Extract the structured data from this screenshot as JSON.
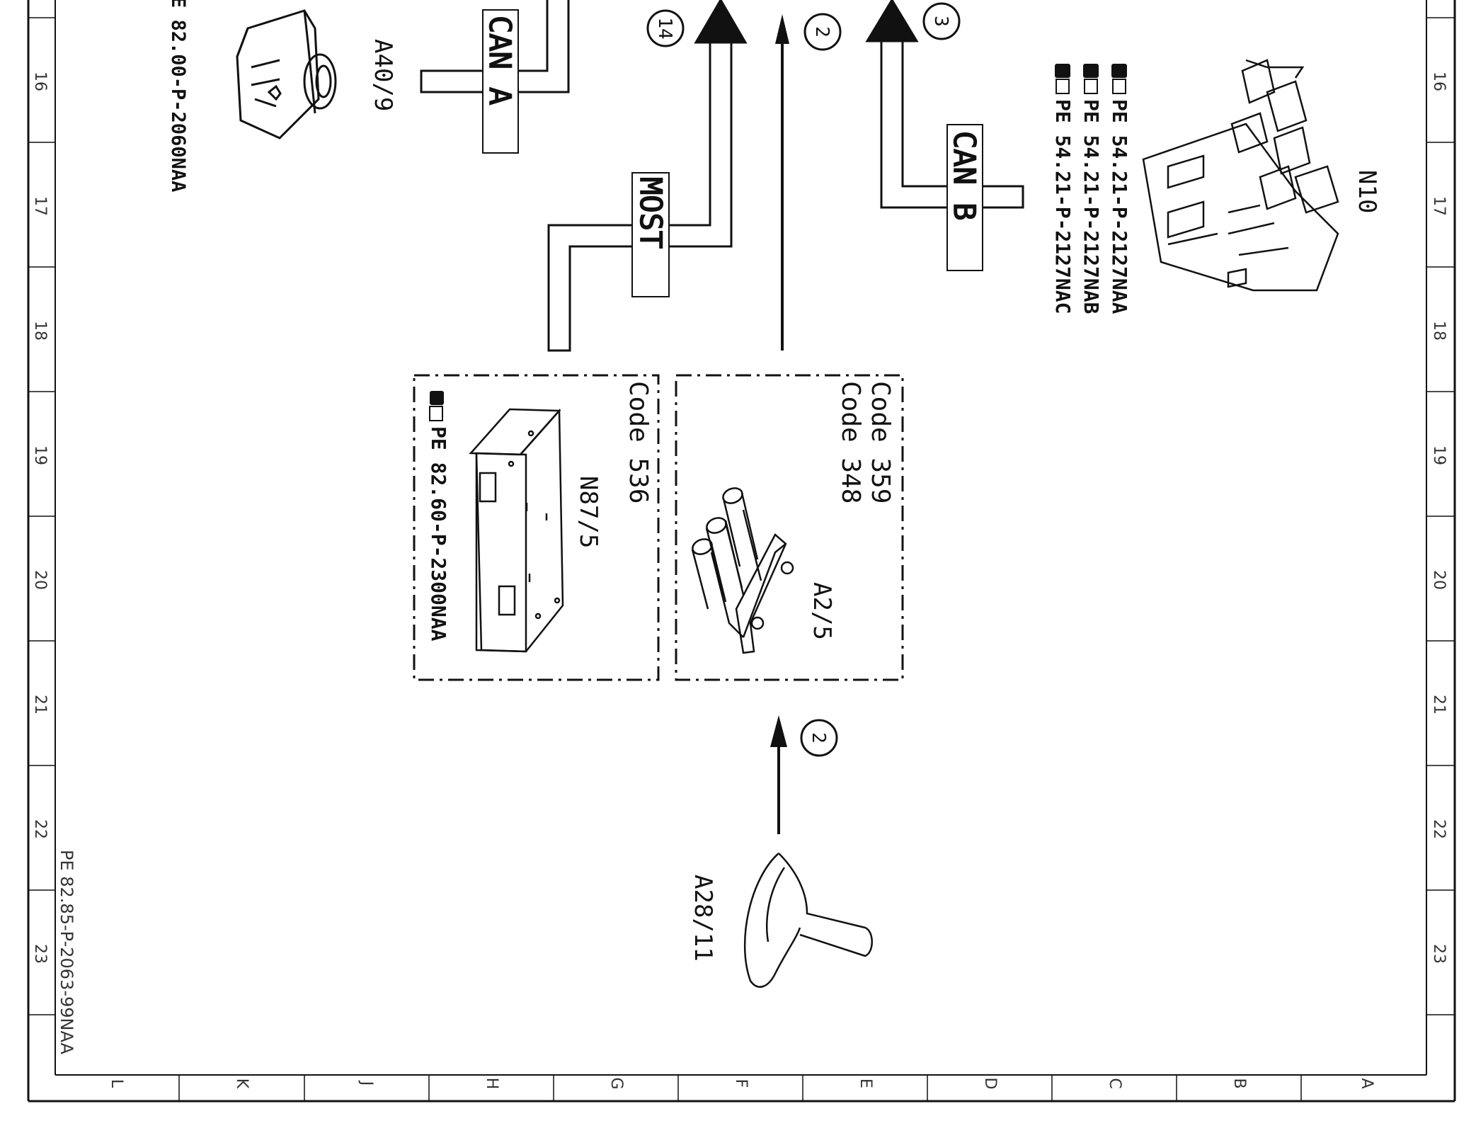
{
  "border": {
    "left_ruler": [
      "16",
      "17",
      "18",
      "19",
      "20",
      "21",
      "22",
      "23"
    ],
    "right_ruler": [
      "16",
      "17",
      "18",
      "19",
      "20",
      "21",
      "22",
      "23"
    ],
    "bottom_ruler": [
      "L",
      "K",
      "J",
      "H",
      "G",
      "F",
      "E",
      "D",
      "C",
      "B",
      "A"
    ],
    "doc_ref": "PE 82.85-P-2063-99NAA"
  },
  "components": {
    "a40_9": {
      "label": "A40/9",
      "ref": "E 82.00-P-2060NAA"
    },
    "n10": {
      "label": "N10",
      "refs": [
        "PE 54.21-P-2127NAA",
        "PE 54.21-P-2127NAB",
        "PE 54.21-P-2127NAC"
      ]
    },
    "n87_5": {
      "label": "N87/5",
      "code": "Code 536",
      "ref": "PE 82.60-P-2300NAA"
    },
    "a2_5": {
      "label": "A2/5",
      "code1": "Code 359",
      "code2": "Code 348"
    },
    "a28_11": {
      "label": "A28/11"
    }
  },
  "buses": {
    "can_a": "CAN A",
    "most": "MOST",
    "can_b": "CAN B"
  },
  "markers": {
    "m14": "14",
    "m2_top": "2",
    "m3": "3",
    "m2_bottom": "2"
  }
}
